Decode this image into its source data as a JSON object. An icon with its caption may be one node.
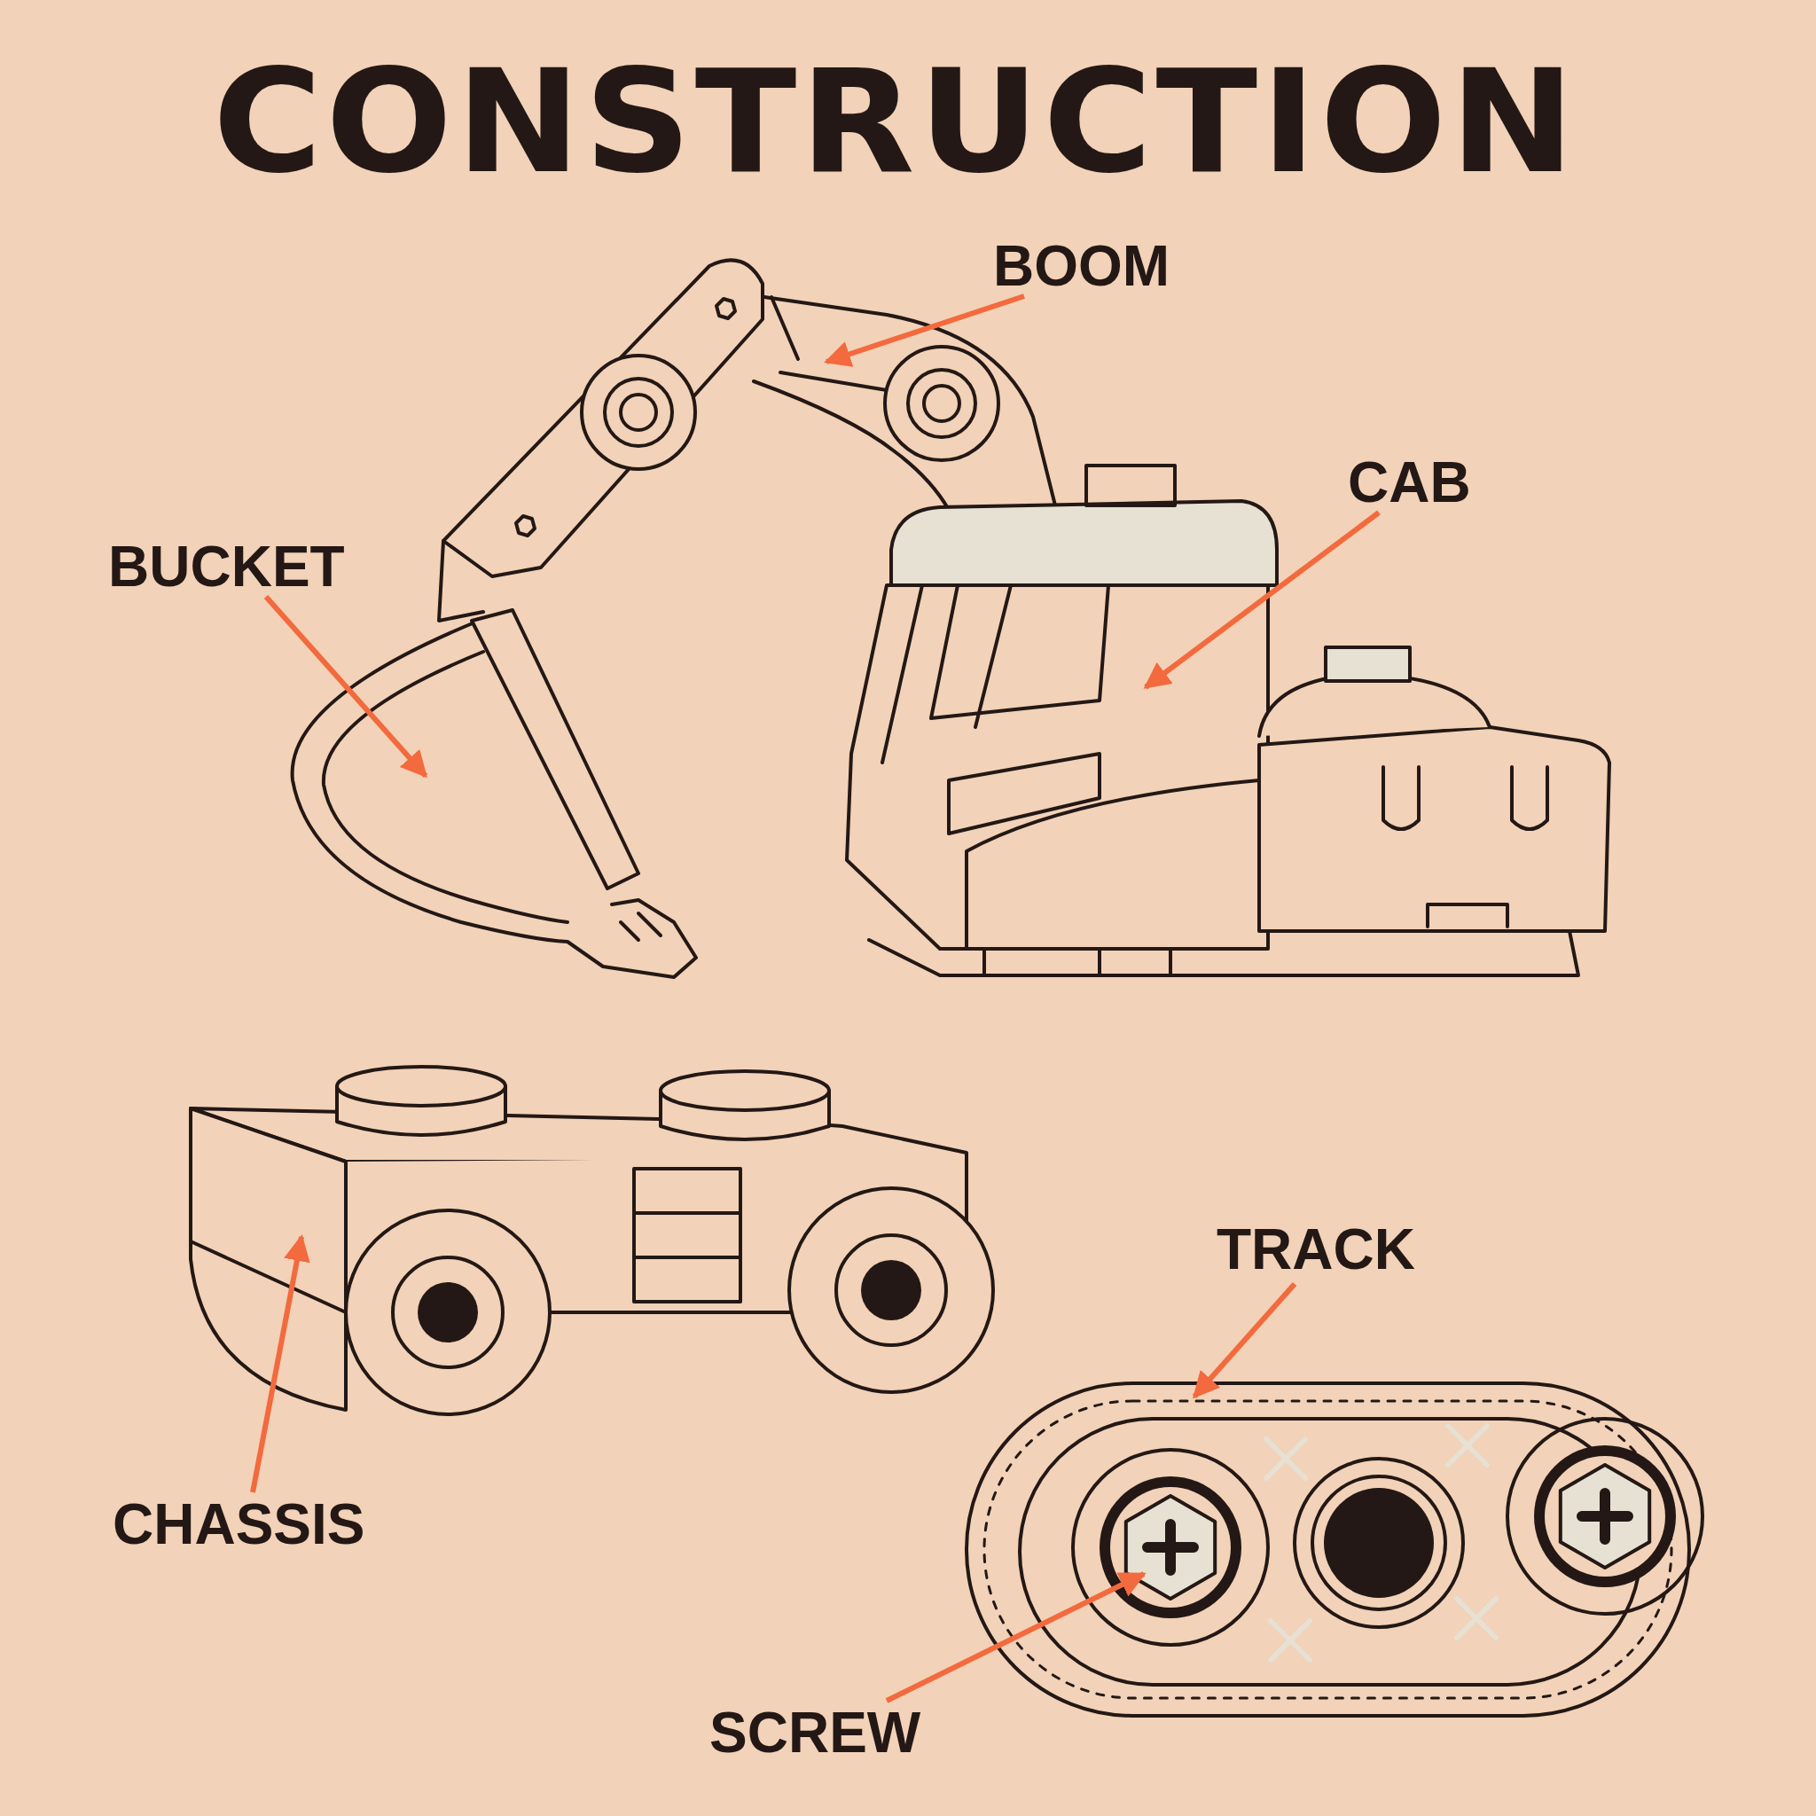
{
  "diagram": {
    "title": "CONSTRUCTION",
    "nodes": [
      {
        "text": [
          "BOOM"
        ]
      },
      {
        "text": [
          "CAB"
        ]
      },
      {
        "text": [
          "BUCKET"
        ]
      },
      {
        "text": [
          "TRACK"
        ]
      },
      {
        "text": [
          "CHASSIS"
        ]
      },
      {
        "text": [
          "SCREW"
        ]
      }
    ],
    "edges": [
      {
        "from": 0,
        "to": null,
        "arrow": "to"
      },
      {
        "from": 1,
        "to": null,
        "arrow": "to"
      },
      {
        "from": 2,
        "to": null,
        "arrow": "to"
      },
      {
        "from": 3,
        "to": null,
        "arrow": "to"
      },
      {
        "from": 4,
        "to": null,
        "arrow": "to"
      },
      {
        "from": 5,
        "to": null,
        "arrow": "to"
      }
    ]
  }
}
